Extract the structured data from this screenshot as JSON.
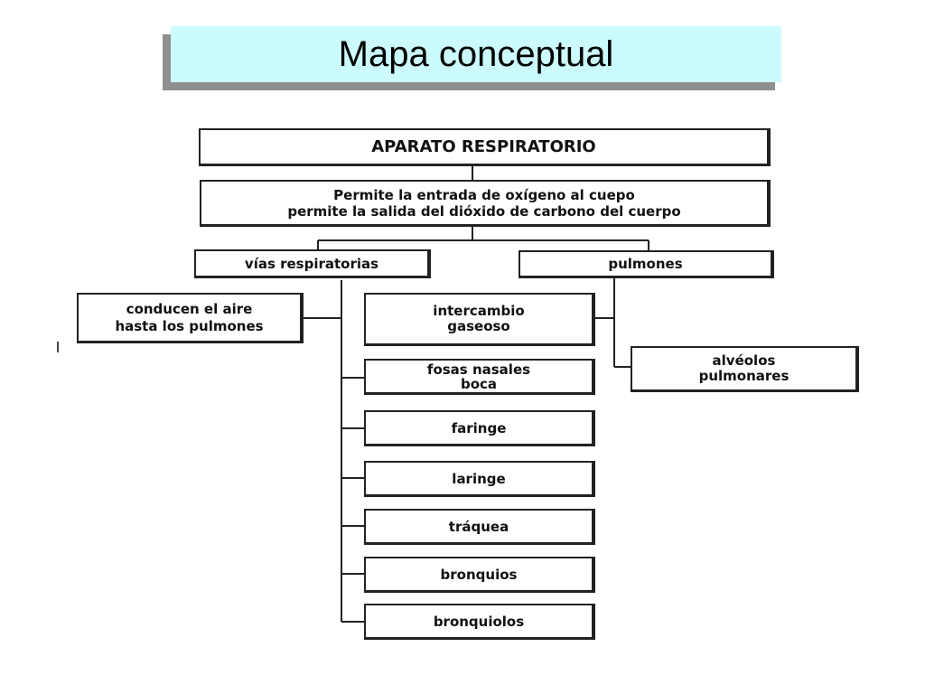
{
  "title": "Mapa conceptual",
  "diagram": {
    "root": "APARATO RESPIRATORIO",
    "function": "Permite la entrada de oxígeno al cuepo\npermite la salida del dióxido de carbono del cuerpo",
    "branch_left": {
      "label": "vías respiratorias",
      "description": "conducen el aire\nhasta los pulmones",
      "parts": [
        "fosas nasales\nboca",
        "faringe",
        "laringe",
        "tráquea",
        "bronquios",
        "bronquiolos"
      ]
    },
    "exchange": "intercambio\ngaseoso",
    "branch_right": {
      "label": "pulmones",
      "part": "alvéolos\npulmonares"
    }
  }
}
